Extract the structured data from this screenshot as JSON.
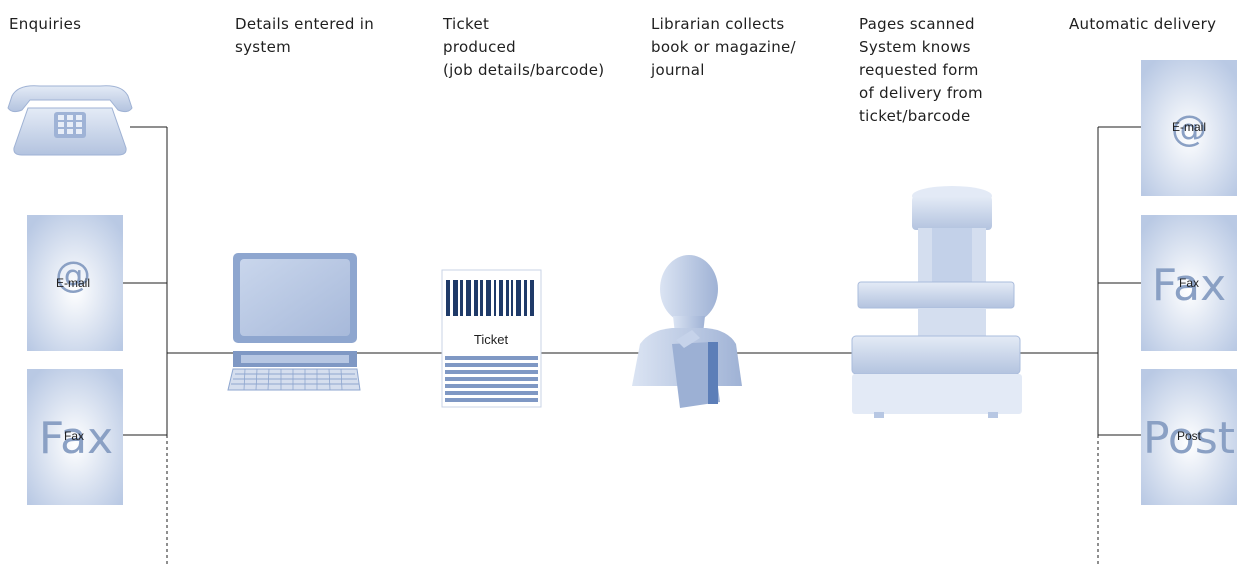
{
  "steps": {
    "enquiries": "Enquiries",
    "details": "Details entered in\nsystem",
    "ticket": "Ticket\nproduced\n(job details/barcode)",
    "librarian": "Librarian collects\nbook or magazine/\n journal",
    "scanned": "Pages scanned\nSystem knows\nrequested form\nof delivery from\nticket/barcode",
    "delivery": "Automatic delivery"
  },
  "inputs": {
    "email_label": "E-mail",
    "email_symbol": "@",
    "fax_label": "Fax",
    "fax_big": "Fax"
  },
  "outputs": {
    "email_label": "E-mail",
    "email_symbol": "@",
    "fax_label": "Fax",
    "fax_big": "Fax",
    "post_label": "Post",
    "post_big": "Post"
  },
  "ticket_card": {
    "label": "Ticket"
  },
  "colors": {
    "navy": "#1f3a68",
    "light_blue": "#c7d4ea",
    "mid_blue": "#9fb3d6",
    "line": "#1f1f1f"
  }
}
